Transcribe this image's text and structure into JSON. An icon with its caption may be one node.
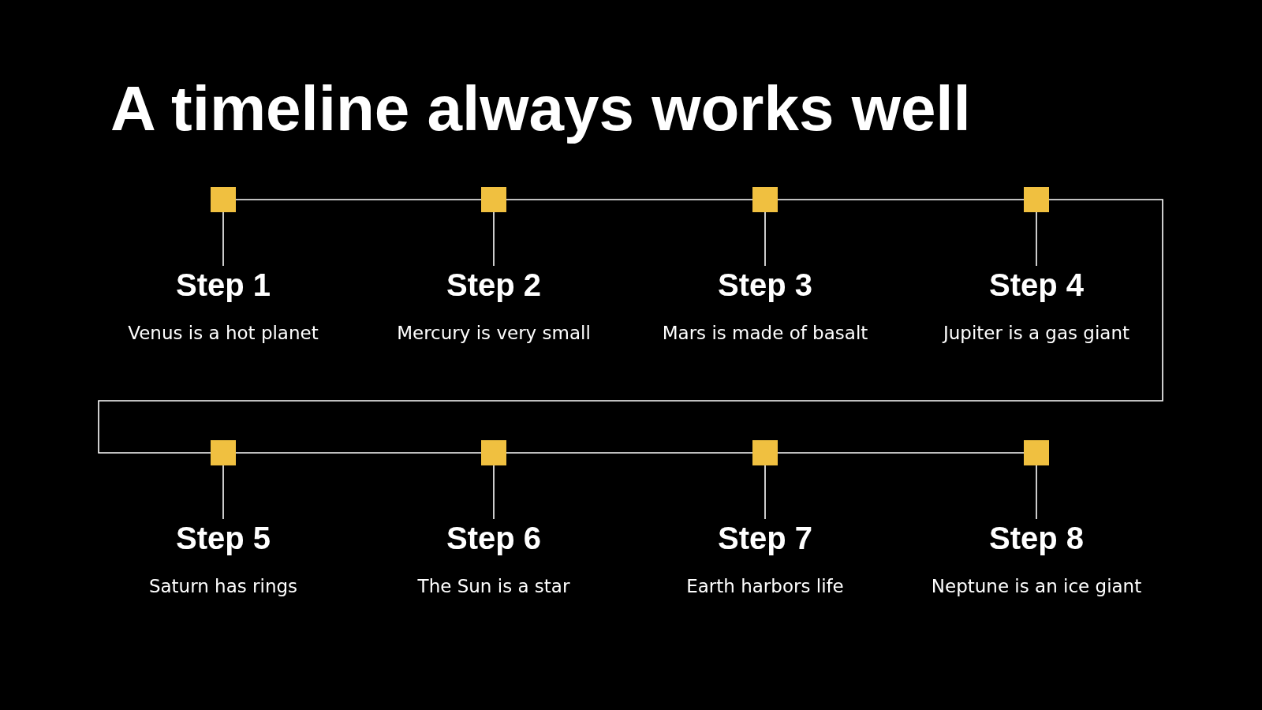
{
  "diagram": {
    "title": "A timeline always works well",
    "nodes": [
      {
        "text": [],
        "shape": "box"
      },
      {
        "text": [
          "Step 1",
          "Venus is a hot planet"
        ]
      },
      {
        "text": [],
        "shape": "box"
      },
      {
        "text": [
          "Step 2",
          "Mercury is very small"
        ]
      },
      {
        "text": [],
        "shape": "box"
      },
      {
        "text": [
          "Step 3",
          "Mars is made of basalt"
        ]
      },
      {
        "text": [],
        "shape": "box"
      },
      {
        "text": [
          "Step 4",
          "Jupiter is a gas giant"
        ]
      },
      {
        "text": [],
        "shape": "box"
      },
      {
        "text": [
          "Step 5",
          "Saturn has rings"
        ]
      },
      {
        "text": [],
        "shape": "box"
      },
      {
        "text": [
          "Step 6",
          "The Sun is a star"
        ]
      },
      {
        "text": [],
        "shape": "box"
      },
      {
        "text": [
          "Step 7",
          "Earth harbors life"
        ]
      },
      {
        "text": [],
        "shape": "box"
      },
      {
        "text": [
          "Step 8",
          "Neptune is an ice giant"
        ]
      }
    ],
    "edges": [
      {
        "from": 0,
        "to": 2,
        "arrow": "none"
      },
      {
        "from": 2,
        "to": 4,
        "arrow": "none"
      },
      {
        "from": 4,
        "to": 6,
        "arrow": "none"
      },
      {
        "from": 6,
        "to": 8,
        "arrow": "none"
      },
      {
        "from": 8,
        "to": 10,
        "arrow": "none"
      },
      {
        "from": 10,
        "to": 12,
        "arrow": "none"
      },
      {
        "from": 12,
        "to": 14,
        "arrow": "none"
      },
      {
        "from": 0,
        "to": 1,
        "arrow": "none"
      },
      {
        "from": 2,
        "to": 3,
        "arrow": "none"
      },
      {
        "from": 4,
        "to": 5,
        "arrow": "none"
      },
      {
        "from": 6,
        "to": 7,
        "arrow": "none"
      },
      {
        "from": 8,
        "to": 9,
        "arrow": "none"
      },
      {
        "from": 10,
        "to": 11,
        "arrow": "none"
      },
      {
        "from": 12,
        "to": 13,
        "arrow": "none"
      },
      {
        "from": 14,
        "to": 15,
        "arrow": "none"
      }
    ]
  }
}
